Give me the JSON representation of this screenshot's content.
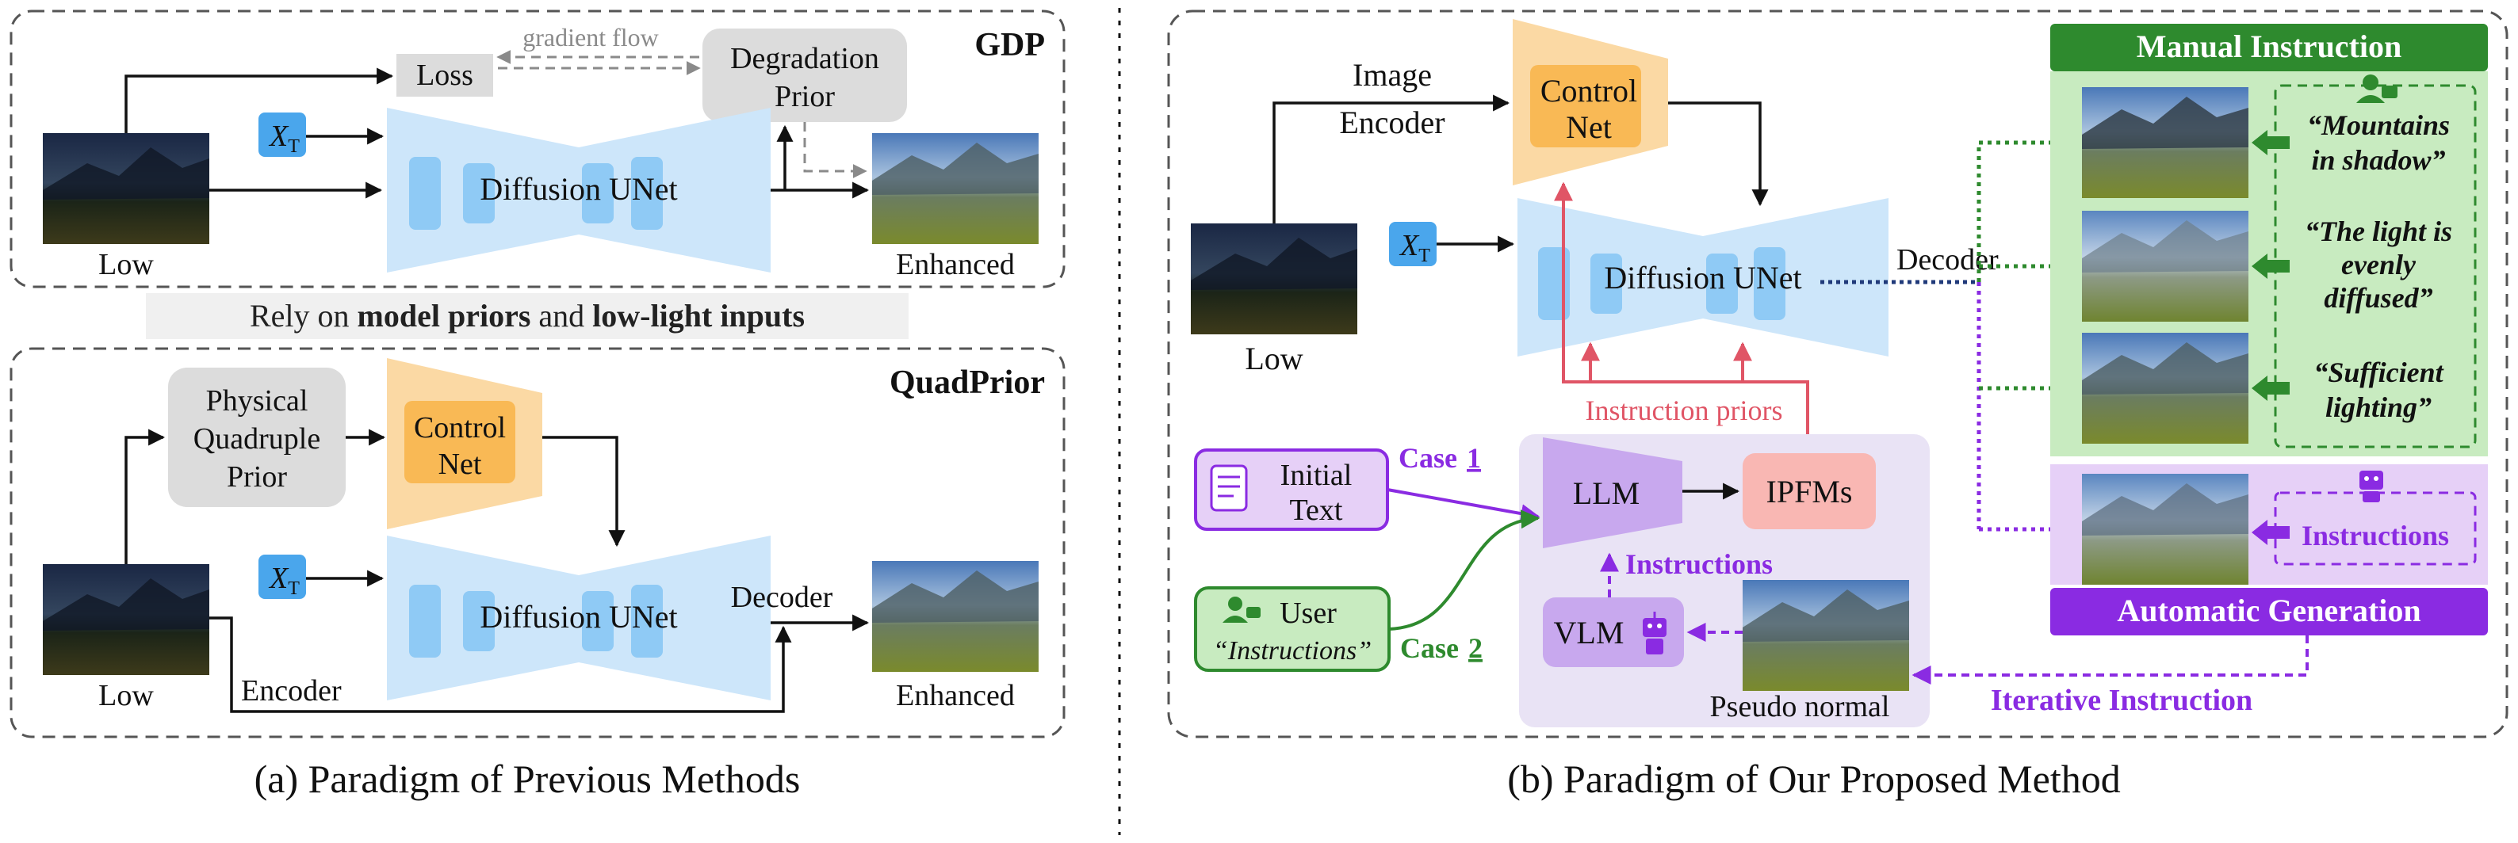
{
  "left": {
    "gdp": {
      "title": "GDP",
      "loss": "Loss",
      "gradient_flow": "gradient flow",
      "degradation_prior": [
        "Degradation",
        "Prior"
      ],
      "xt": "X",
      "xt_sub": "T",
      "unet": "Diffusion UNet",
      "low": "Low",
      "enhanced": "Enhanced"
    },
    "rely": {
      "t1": "Rely on ",
      "b1": "model priors",
      "t2": " and ",
      "b2": "low-light inputs"
    },
    "quadprior": {
      "title": "QuadPrior",
      "physical_prior": [
        "Physical",
        "Quadruple",
        "Prior"
      ],
      "control_net": [
        "Control",
        "Net"
      ],
      "xt": "X",
      "xt_sub": "T",
      "unet": "Diffusion UNet",
      "decoder": "Decoder",
      "encoder": "Encoder",
      "low": "Low",
      "enhanced": "Enhanced"
    },
    "caption": "(a) Paradigm of Previous Methods"
  },
  "right": {
    "image_encoder": [
      "Image",
      "Encoder"
    ],
    "control_net": [
      "Control",
      "Net"
    ],
    "xt": "X",
    "xt_sub": "T",
    "unet": "Diffusion UNet",
    "decoder": "Decoder",
    "low": "Low",
    "instruction_priors": "Instruction priors",
    "initial_text": [
      "Initial",
      "Text"
    ],
    "case1": "Case",
    "case1_num": "1",
    "case2": "Case",
    "case2_num": "2",
    "llm": "LLM",
    "ipfms": "IPFMs",
    "instructions_label": "Instructions",
    "vlm": "VLM",
    "user": "User",
    "user_instructions": "“Instructions”",
    "pseudo_normal": "Pseudo normal",
    "manual_instruction": "Manual Instruction",
    "quotes": [
      [
        "“Mountains",
        "in shadow”"
      ],
      [
        "“The light is",
        "evenly",
        "diffused”"
      ],
      [
        "“Sufficient",
        "lighting”"
      ]
    ],
    "auto_instructions": "Instructions",
    "automatic_generation": "Automatic Generation",
    "iterative_instruction": "Iterative Instruction"
  },
  "caption_b": "(b) Paradigm of Our Proposed Method",
  "colors": {
    "unet_blue": "#cde6fa",
    "unet_block": "#8fcaf5",
    "xt_blue": "#4aa6ec",
    "control_orange": "#fbd9a4",
    "control_block": "#f9b955",
    "gray_box": "#dcdcdc",
    "pink": "#e05566",
    "ipfm": "#f9b7b3",
    "purple": "#8a2be2",
    "purple_light": "#e6d0f7",
    "purple_panel": "#e9e3f5",
    "green_dark": "#2e8a2e",
    "green_light": "#c8ebc0",
    "navy": "#203a7a"
  }
}
